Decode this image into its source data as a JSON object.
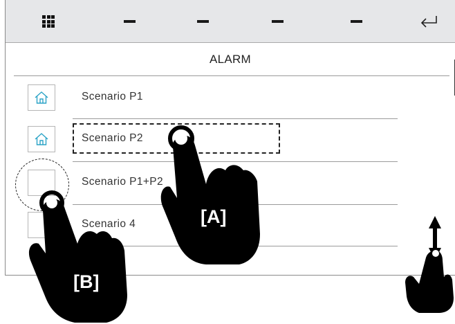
{
  "topbar": {
    "menu_icon": "grid-menu-icon",
    "slots": [
      "—",
      "—",
      "—",
      "—"
    ],
    "back_icon": "return-arrow-icon"
  },
  "screen": {
    "title": "ALARM"
  },
  "scenarios": [
    {
      "label": "Scenario P1",
      "icon": "home-icon"
    },
    {
      "label": "Scenario P2",
      "icon": "home-icon"
    },
    {
      "label": "Scenario P1+P2",
      "icon": ""
    },
    {
      "label": "Scenario 4",
      "icon": ""
    }
  ],
  "callouts": {
    "a": "[A]",
    "b": "[B]"
  },
  "colors": {
    "topbar_bg": "#e6e7e9",
    "icon_accent": "#2aa3c6",
    "hand": "#000000"
  }
}
